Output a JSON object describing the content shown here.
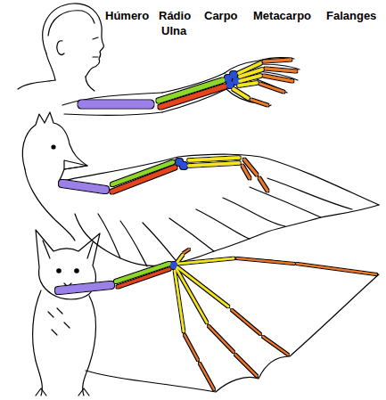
{
  "diagram": {
    "labels": [
      "Húmero",
      "Rádio",
      "Ulna",
      "Carpo",
      "Metacarpo",
      "Falanges"
    ]
  }
}
